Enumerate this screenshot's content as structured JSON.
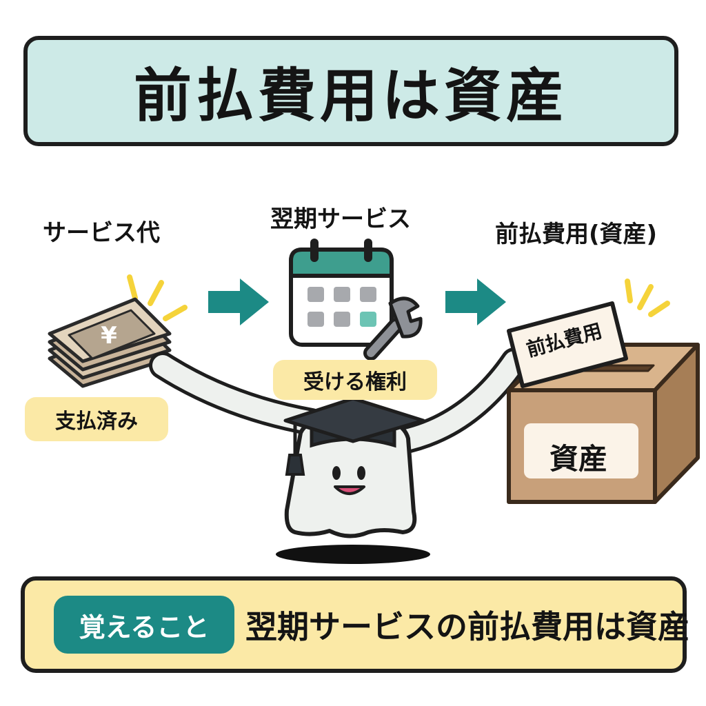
{
  "title": "前払費用は資産",
  "steps": {
    "payment_label": "サービス代",
    "service_label": "翌期サービス",
    "asset_label": "前払費用(資産)"
  },
  "pills": {
    "paid": "支払済み",
    "right": "受ける権利"
  },
  "money_symbol": "¥",
  "tag_label": "前払費用",
  "box_label": "資産",
  "remember": {
    "badge": "覚えること",
    "text": "翌期サービスの前払費用は資産"
  },
  "colors": {
    "title_bg": "#cdeae7",
    "arrow": "#1c8a85",
    "pill_bg": "#fbe9a6",
    "box": "#c8a07a",
    "sparkle": "#f5d33a"
  }
}
